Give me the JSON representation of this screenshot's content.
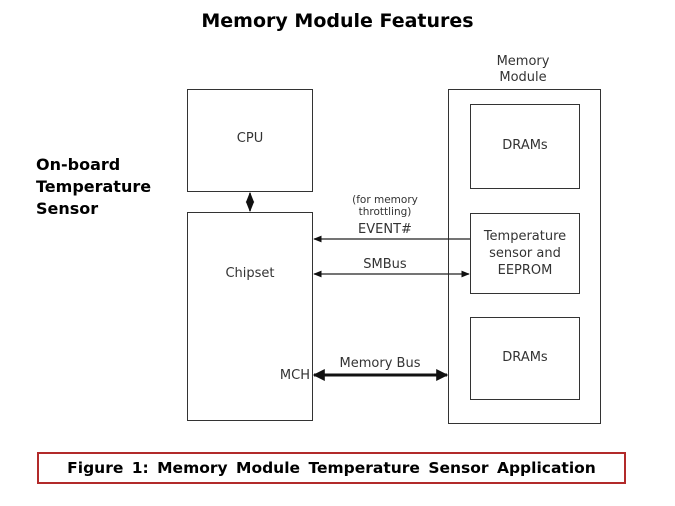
{
  "title": "Memory Module Features",
  "side_label": {
    "lines": [
      "On-board",
      "Temperature",
      "Sensor"
    ]
  },
  "blocks": {
    "cpu": "CPU",
    "chipset": "Chipset",
    "mch": "MCH",
    "module_label": [
      "Memory",
      "Module"
    ],
    "dram_top": "DRAMs",
    "temp_sensor": [
      "Temperature",
      "sensor and",
      "EEPROM"
    ],
    "dram_bottom": "DRAMs"
  },
  "signals": {
    "event_note": [
      "(for memory",
      "throttling)"
    ],
    "event": "EVENT#",
    "smbus": "SMBus",
    "memory_bus": "Memory Bus"
  },
  "caption": "Figure 1: Memory Module Temperature Sensor Application",
  "colors": {
    "caption_border": "#b22a2a",
    "line": "#333333"
  }
}
